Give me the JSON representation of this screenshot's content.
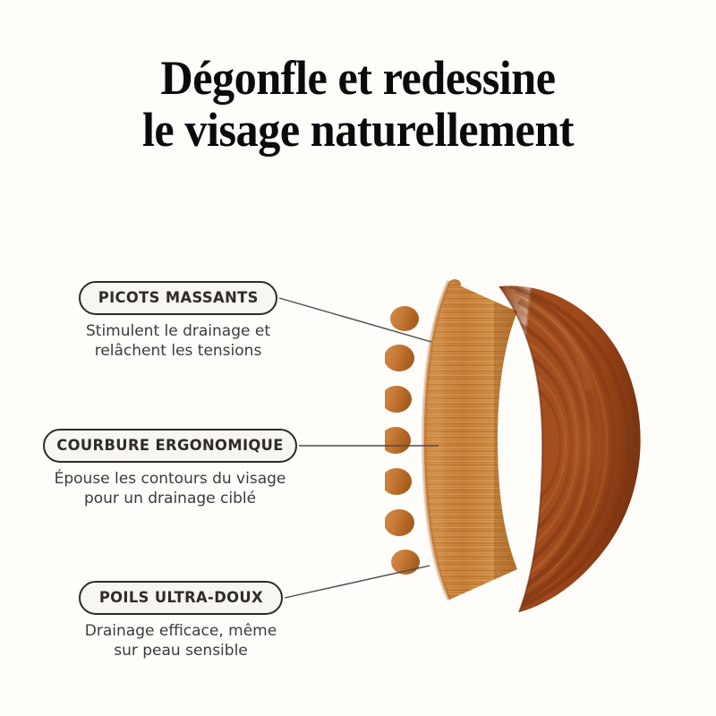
{
  "page": {
    "background_color": "#fffdfa",
    "language": "fr"
  },
  "headline": {
    "line1": "Dégonfle et redessine",
    "line2": "le visage naturellement",
    "color": "#0b0b0b"
  },
  "callouts": [
    {
      "id": "picots-massants",
      "label": "PICOTS MASSANTS",
      "desc_line1": "Stimulent le drainage et",
      "desc_line2": "relâchent les tensions",
      "pill_fill": "#f8f6f2",
      "pill_border": "#2e2b28",
      "label_color": "#2e2b28",
      "desc_color": "#3b3b3b"
    },
    {
      "id": "courbure-ergonomique",
      "label": "COURBURE ERGONOMIQUE",
      "desc_line1": "Épouse les contours du visage",
      "desc_line2": "pour un drainage ciblé",
      "pill_fill": "#f8f6f2",
      "pill_border": "#2e2b28",
      "label_color": "#2e2b28",
      "desc_color": "#3b3b3b"
    },
    {
      "id": "poils-ultra-doux",
      "label": "POILS ULTRA-DOUX",
      "desc_line1": "Drainage efficace, même",
      "desc_line2": "sur peau sensible",
      "pill_fill": "#f8f6f2",
      "pill_border": "#2e2b28",
      "label_color": "#2e2b28",
      "desc_color": "#3b3b3b"
    }
  ],
  "product": {
    "name": "brosse-massage-bois",
    "alt": "Brosse de massage en bois en forme de croissant",
    "handle_wood_color": "#9c4a20",
    "handle_wood_dark": "#7d3414",
    "bristle_wood_color": "#c1742f",
    "bristle_wood_light": "#d89552",
    "nub_color": "#c87a38"
  },
  "leader_lines": {
    "color": "#4a4a4a",
    "width": 1.4
  }
}
